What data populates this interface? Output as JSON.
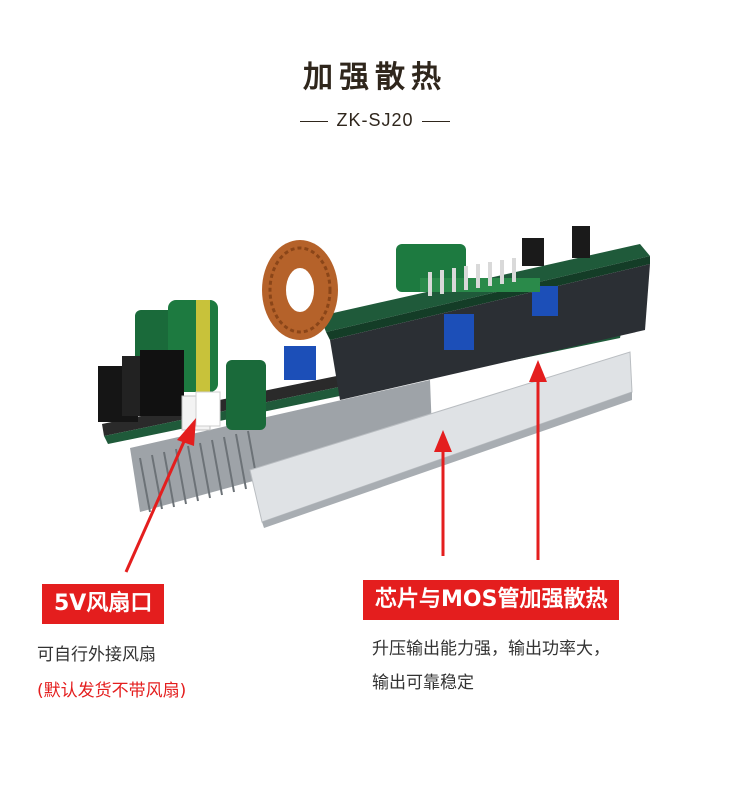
{
  "header": {
    "title": "加强散热",
    "model": "ZK-SJ20"
  },
  "callouts": {
    "fan_port": {
      "label": "5V风扇口",
      "desc_line1": "可自行外接风扇",
      "desc_line2": "(默认发货不带风扇)"
    },
    "chip_cooling": {
      "label": "芯片与MOS管加强散热",
      "desc_line1": "升压输出能力强，输出功率大，",
      "desc_line2": "输出可靠稳定"
    }
  },
  "colors": {
    "accent": "#e41e1e",
    "title_text": "#2f261c",
    "pcb_green": "#1f5a3a",
    "heatsink": "#cfd2d6"
  }
}
